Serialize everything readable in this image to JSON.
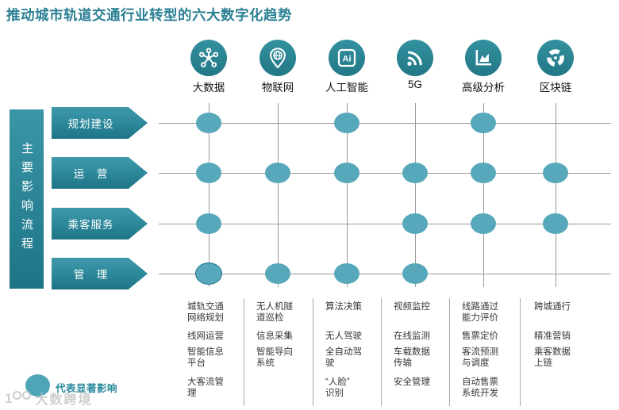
{
  "title": "推动城市轨道交通行业转型的六大数字化趋势",
  "sidebar_label": "主要影响流程",
  "legend": {
    "label": "代表显著影响"
  },
  "watermark": {
    "brand": "大数跨境"
  },
  "colors": {
    "accent_teal": "#2B8A9D",
    "accent_dark": "#1E7487",
    "impact_dot": "#57A8BA",
    "grid_line": "#9A9A9A",
    "title_text": "#2A7F93",
    "item_text": "#383838"
  },
  "trends": [
    {
      "label": "大数据",
      "icon": "network-nodes-icon",
      "items": [
        "城轨交通\n网络规划",
        "线网运营",
        "智能信息\n平台",
        "大客流管\n理"
      ]
    },
    {
      "label": "物联网",
      "icon": "globe-pin-icon",
      "items": [
        "无人机隧\n道巡检",
        "信息采集",
        "智能导向\n系统"
      ]
    },
    {
      "label": "人工智能",
      "icon": "ai-chip-icon",
      "items": [
        "算法决策",
        "无人驾驶",
        "全自动驾\n驶",
        "“人脸”\n识别"
      ]
    },
    {
      "label": "5G",
      "icon": "rss-signal-icon",
      "items": [
        "视频监控",
        "在线监测",
        "车载数据\n传输",
        "安全管理"
      ]
    },
    {
      "label": "高级分析",
      "icon": "analytics-chart-icon",
      "items": [
        "线路通过\n能力评价",
        "售票定价",
        "客流预测\n与调度",
        "自动售票\n系统开发"
      ]
    },
    {
      "label": "区块链",
      "icon": "blockchain-icon",
      "items": [
        "跨城通行",
        "精准营销",
        "乘客数据\n上链"
      ]
    }
  ],
  "processes": [
    {
      "label": "规划建设",
      "impacts": [
        1,
        0,
        1,
        0,
        1,
        0
      ]
    },
    {
      "label": "运　营",
      "impacts": [
        1,
        1,
        1,
        1,
        1,
        1
      ]
    },
    {
      "label": "乘客服务",
      "impacts": [
        1,
        0,
        0,
        1,
        1,
        1
      ]
    },
    {
      "label": "管　理",
      "impacts": [
        1,
        1,
        1,
        1,
        0,
        0
      ]
    }
  ],
  "chart_data": {
    "type": "heatmap",
    "title": "推动城市轨道交通行业转型的六大数字化趋势",
    "columns": [
      "大数据",
      "物联网",
      "人工智能",
      "5G",
      "高级分析",
      "区块链"
    ],
    "rows": [
      "规划建设",
      "运营",
      "乘客服务",
      "管理"
    ],
    "values": [
      [
        1,
        0,
        1,
        0,
        1,
        0
      ],
      [
        1,
        1,
        1,
        1,
        1,
        1
      ],
      [
        1,
        0,
        0,
        1,
        1,
        1
      ],
      [
        1,
        1,
        1,
        1,
        0,
        0
      ]
    ],
    "legend": "代表显著影响 (dot = significant impact)"
  }
}
